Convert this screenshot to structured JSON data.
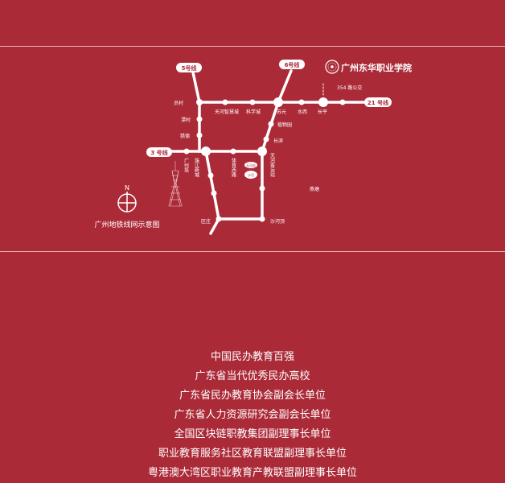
{
  "map": {
    "title": "广州地铁线网示意图",
    "compass": "N",
    "school": "广州东华职业学院",
    "bus": "354 路公交",
    "lines": {
      "l5": "5号线",
      "l6": "6号线",
      "l21": "21 号线",
      "l3": "3 号线"
    },
    "stations": {
      "yuancun": "员村",
      "tianhe_smart": "天河智慧城",
      "sci_city": "科学城",
      "suyuan": "苏元",
      "shuixi": "水西",
      "changping": "长平",
      "tancun": "潭村",
      "botanic": "植物园",
      "liede": "猎德",
      "changban": "长湃",
      "canton_tower": "广州塔",
      "zhujiang": "珠江新城",
      "sports_west": "体育西路",
      "tianhe_coach": "天河客运站",
      "tiyuxi_badge": "天河站",
      "yanling": "燕塘",
      "qu_badge": "沙河",
      "yanzhuang": "区庄",
      "shahe": "沙河顶"
    }
  },
  "colors": {
    "background": "#ab2a38",
    "foreground": "#ffffff"
  },
  "honors": [
    "中国民办教育百强",
    "广东省当代优秀民办高校",
    "广东省民办教育协会副会长单位",
    "广东省人力资源研究会副会长单位",
    "全国区块链职教集团副理事长单位",
    "职业教育服务社区教育联盟副理事长单位",
    "粤港澳大湾区职业教育产教联盟副理事长单位"
  ]
}
